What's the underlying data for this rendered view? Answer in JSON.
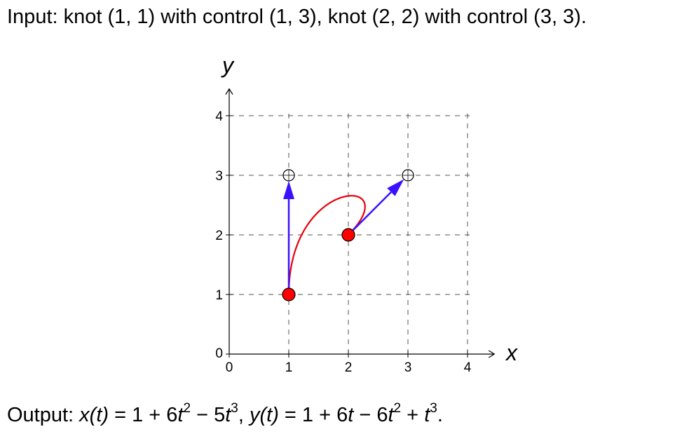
{
  "input": {
    "prefix": "Input: knot ",
    "knot1": "(1, 1)",
    "mid1": " with control ",
    "control1": "(1, 3)",
    "sep": ", knot ",
    "knot2": "(2, 2)",
    "mid2": " with control ",
    "control2": "(3, 3)",
    "suffix": "."
  },
  "output": {
    "prefix": "Output: ",
    "x_lhs": "x",
    "x_arg": "(t)",
    "x_rhs_a": " = 1 + 6",
    "t1": "t",
    "e1": "2",
    "x_rhs_b": " − 5",
    "t2": "t",
    "e2": "3",
    "comma": ", ",
    "y_lhs": "y",
    "y_arg": "(t)",
    "y_rhs_a": " = 1 + 6",
    "t3": "t",
    "y_rhs_b": " − 6",
    "t4": "t",
    "e4": "2",
    "y_rhs_c": " + ",
    "t5": "t",
    "e5": "3",
    "end": "."
  },
  "axes": {
    "x_label": "x",
    "y_label": "y",
    "x_ticks": [
      "0",
      "1",
      "2",
      "3",
      "4"
    ],
    "y_ticks": [
      "0",
      "1",
      "2",
      "3",
      "4"
    ],
    "x_range": [
      0,
      4
    ],
    "y_range": [
      0,
      4
    ],
    "grid": "dashed"
  },
  "knots": [
    {
      "x": 1,
      "y": 1
    },
    {
      "x": 2,
      "y": 2
    }
  ],
  "controls": [
    {
      "x": 1,
      "y": 3
    },
    {
      "x": 3,
      "y": 3
    }
  ],
  "curve": {
    "x_coeffs": [
      1,
      0,
      6,
      -5
    ],
    "y_coeffs": [
      1,
      6,
      -6,
      1
    ]
  },
  "colors": {
    "curve": "#e8000b",
    "knot_fill": "#ff0000",
    "arrow": "#3a10ff",
    "grid": "#555555",
    "axis": "#000000"
  }
}
